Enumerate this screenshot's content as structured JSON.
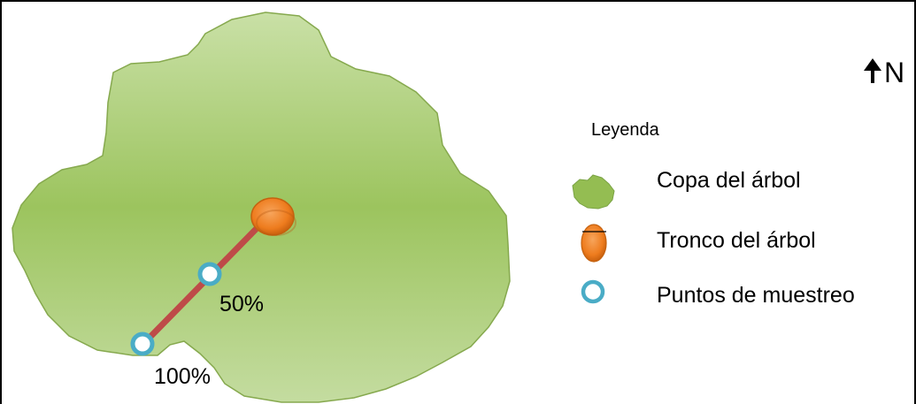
{
  "north": {
    "label": "N",
    "icon": "north-arrow-icon"
  },
  "legend": {
    "title": "Leyenda",
    "items": [
      {
        "label": "Copa del árbol",
        "icon": "tree-canopy-icon",
        "color": "#94bd52"
      },
      {
        "label": "Tronco del árbol",
        "icon": "tree-trunk-icon",
        "color": "#f07f20"
      },
      {
        "label": "Puntos de muestreo",
        "icon": "sampling-point-icon",
        "color": "#4aacc6"
      }
    ]
  },
  "diagram": {
    "canopy_color": "#9ec560",
    "trunk_color": "#f07f20",
    "transect_color": "#be4b48",
    "point_color": "#4aacc6",
    "points": [
      {
        "label": "50%"
      },
      {
        "label": "100%"
      }
    ]
  }
}
